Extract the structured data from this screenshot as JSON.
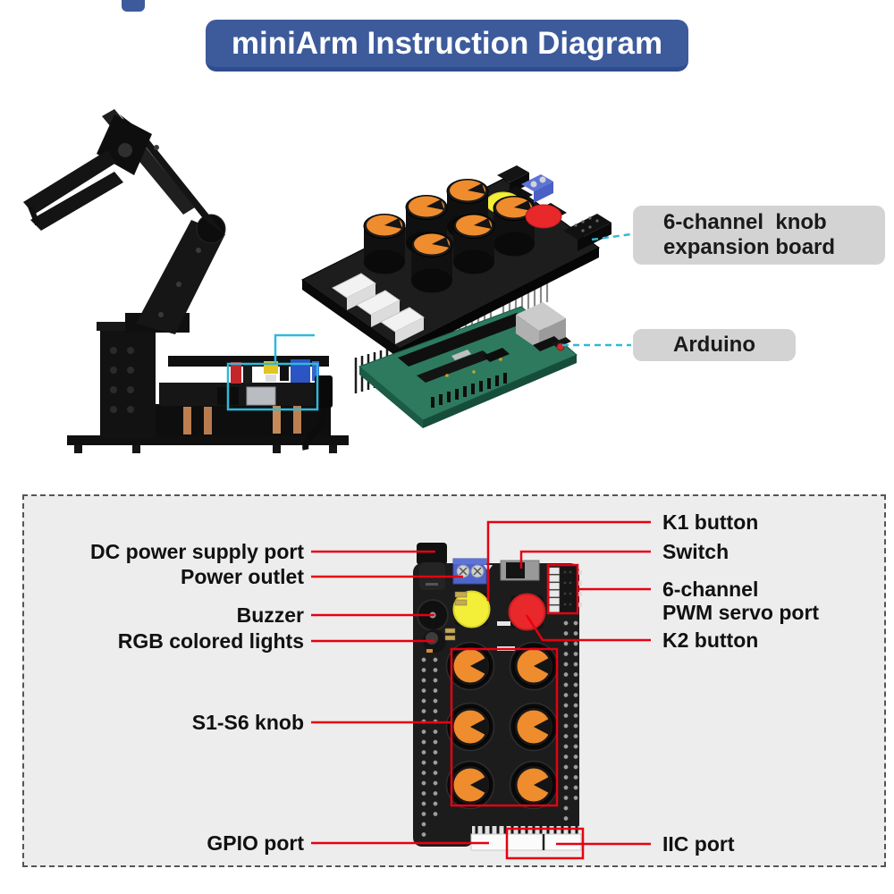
{
  "title": "miniArm Instruction Diagram",
  "upper_callouts": {
    "expansion_board": {
      "line1": "6-channel  knob",
      "line2": "expansion board"
    },
    "arduino": {
      "label": "Arduino"
    }
  },
  "board_callouts": {
    "k1_button": "K1 button",
    "switch": "Switch",
    "dc_power_supply_port": "DC power supply port",
    "power_outlet": "Power outlet",
    "pwm_servo_port_line1": "6-channel",
    "pwm_servo_port_line2": "PWM servo port",
    "buzzer": "Buzzer",
    "rgb_colored_lights": "RGB colored lights",
    "k2_button": "K2 button",
    "s1_s6_knob": "S1-S6 knob",
    "gpio_port": "GPIO port",
    "iic_port": "IIC port"
  },
  "colors": {
    "title_bg": "#3d5b9b",
    "callout_box_bg": "#d3d3d3",
    "leader_line_red": "#e60012",
    "callout_cyan": "#2fb9d9",
    "knob_orange": "#ee8c2e",
    "k1_yellow": "#f3ef39",
    "k2_red": "#e8282b",
    "arduino_green": "#2d7a5f",
    "panel_bg": "#ededed"
  }
}
